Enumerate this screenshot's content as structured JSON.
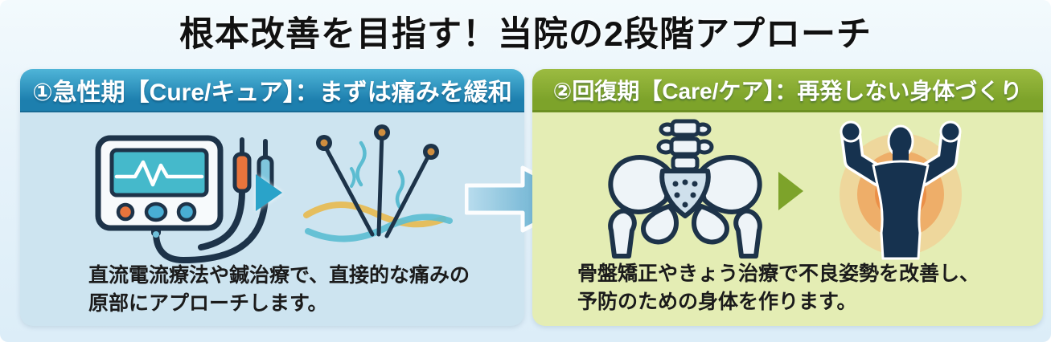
{
  "title": "根本改善を目指す！当院の2段階アプローチ",
  "panels": {
    "cure": {
      "header": "①急性期【Cure/キュア】：まずは痛みを緩和",
      "caption": "直流電流療法や鍼治療で、直接的な痛みの\n原部にアプローチします。",
      "step1_icon": "electro-therapy-device-icon",
      "step2_icon": "acupuncture-needles-icon"
    },
    "care": {
      "header": "②回復期【Care/ケア】：再発しない身体づくり",
      "caption": "骨盤矯正やきょう治療で不良姿勢を改善し、\n予防のための身体を作ります。",
      "step1_icon": "pelvis-bone-icon",
      "step2_icon": "strong-body-silhouette-icon"
    }
  },
  "transition_icon": "big-arrow-right-icon",
  "colors": {
    "title_text": "#111111",
    "header_text": "#ffffff",
    "caption_text": "#1b1b1b",
    "cure_header_top": "#4fb5d8",
    "cure_header_bottom": "#1d7fae",
    "cure_body": "#cde4f0",
    "care_header_top": "#9cbb41",
    "care_header_bottom": "#7da32a",
    "care_body": "#e4edb4",
    "small_arrow_cure": "#2aa3c9",
    "small_arrow_care": "#7da32a",
    "big_arrow_light": "#b9ddee",
    "big_arrow_dark": "#3f9ac2",
    "outline_navy": "#1d3349",
    "screen_teal": "#45b9cb",
    "accent_orange": "#e8743c",
    "plug_blue": "#7fc6dd",
    "wave_yellow": "#e8b94e",
    "wave_teal": "#5bbcd1",
    "bone_fill": "#eef4f8",
    "glow_orange": "#ef8c3f",
    "silhouette_navy": "#16324f"
  }
}
